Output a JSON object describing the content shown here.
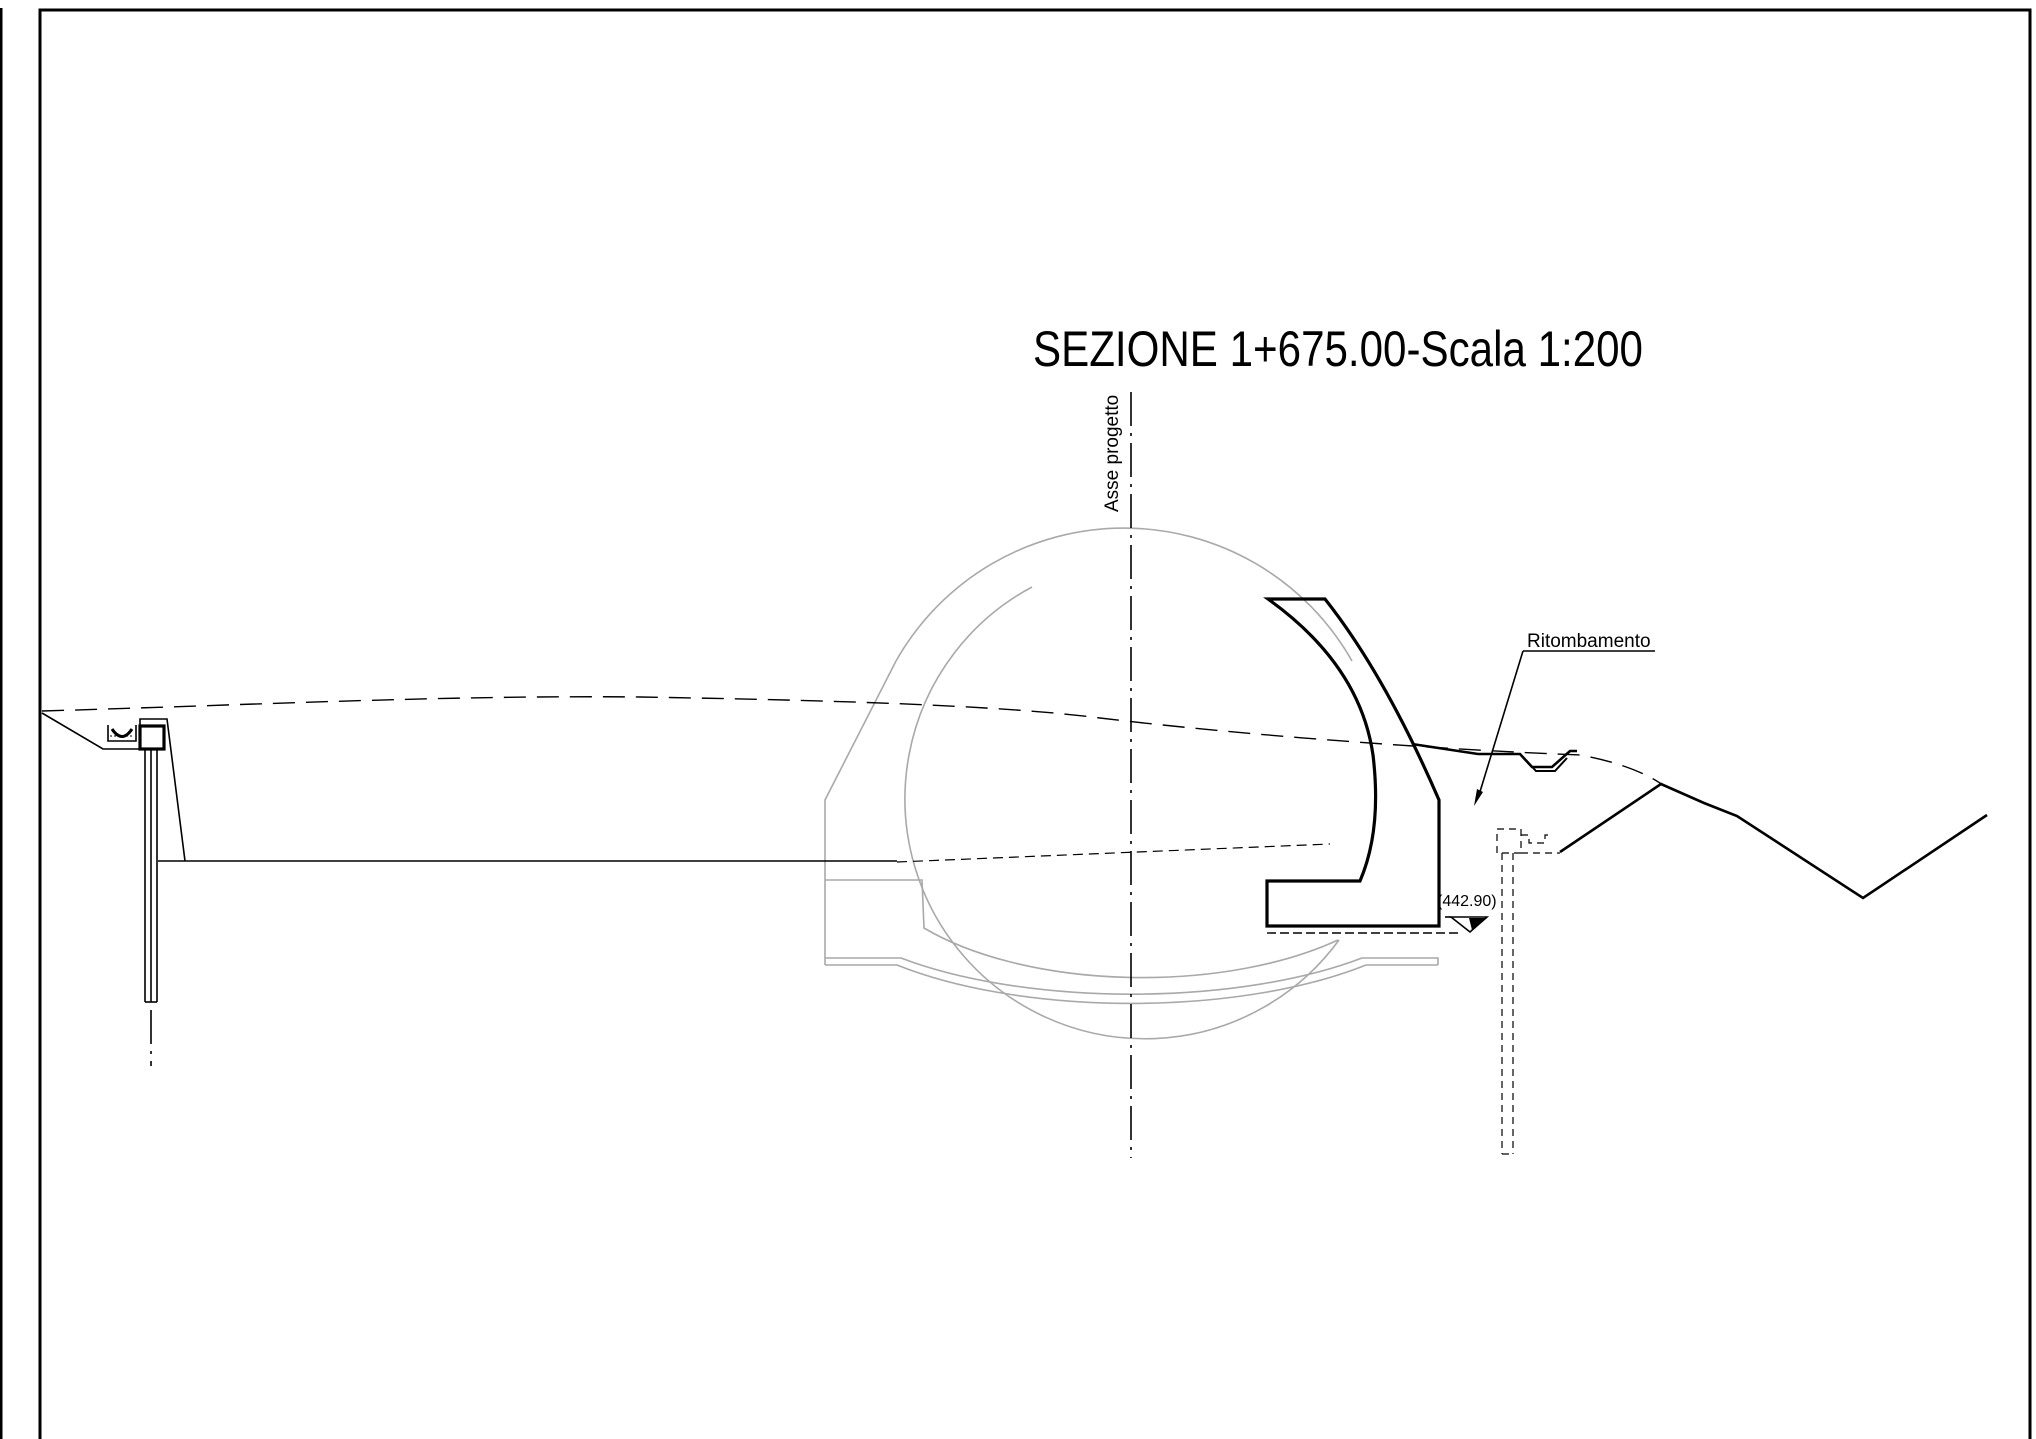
{
  "section_title": "SEZIONE 1+675.00-Scala 1:200",
  "labels": {
    "axis": "Asse progetto",
    "backfill": "Ritombamento",
    "elevation": "(442.90)"
  }
}
